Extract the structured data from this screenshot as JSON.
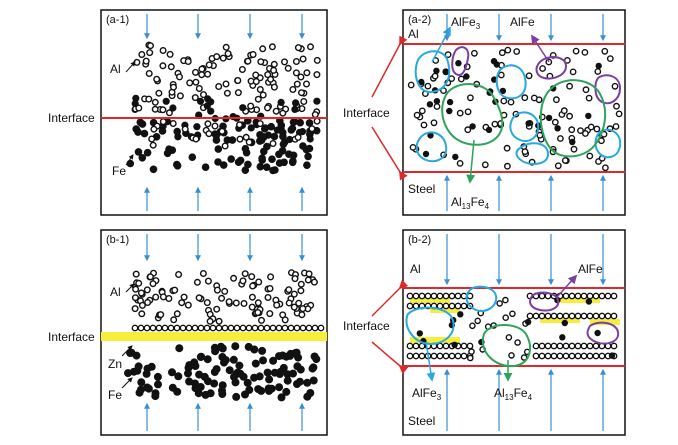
{
  "panels": {
    "a1": {
      "label": "(a-1)",
      "al": "Al",
      "fe": "Fe"
    },
    "a2": {
      "label": "(a-2)",
      "al": "Al",
      "steel": "Steel",
      "alfe3_main": "AlFe",
      "alfe3_sub": "3",
      "alfe": "AlFe",
      "al13fe4_a": "Al",
      "al13fe4_b": "13",
      "al13fe4_c": "Fe",
      "al13fe4_d": "4"
    },
    "b1": {
      "label": "(b-1)",
      "al": "Al",
      "zn": "Zn",
      "fe": "Fe"
    },
    "b2": {
      "label": "(b-2)",
      "al": "Al",
      "steel": "Steel",
      "alfe": "AlFe",
      "alfe3_main": "AlFe",
      "alfe3_sub": "3",
      "al13fe4_a": "Al",
      "al13fe4_b": "13",
      "al13fe4_c": "Fe",
      "al13fe4_d": "4"
    }
  },
  "interface_label": "Interface",
  "colors": {
    "interface_line": "#e0282b",
    "pressure_arrow": "#3a8fd0",
    "zn_layer": "#f7ee3c",
    "alfe3_outline": "#2aa7df",
    "alfe_outline": "#7b3fa0",
    "al13fe4_outline": "#2fa35a"
  }
}
